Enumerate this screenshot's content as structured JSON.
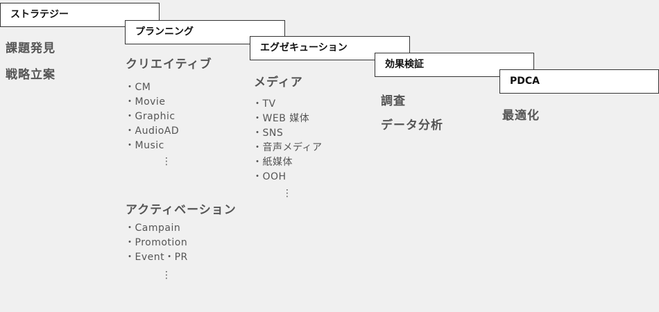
{
  "stages": [
    {
      "label": "ストラテジー",
      "items": [
        "課題発見",
        "戦略立案"
      ]
    },
    {
      "label": "プランニング",
      "groups": [
        {
          "heading": "クリエイティブ",
          "items": [
            "CM",
            "Movie",
            "Graphic",
            "AudioAD",
            "Music"
          ],
          "more": "⋮"
        },
        {
          "heading": "アクティベーション",
          "items": [
            "Campain",
            "Promotion",
            "Event・PR"
          ],
          "more": "⋮"
        }
      ]
    },
    {
      "label": "エグゼキューション",
      "groups": [
        {
          "heading": "メディア",
          "items": [
            "TV",
            "WEB 媒体",
            "SNS",
            "音声メディア",
            "紙媒体",
            "OOH"
          ],
          "more": "⋮"
        }
      ]
    },
    {
      "label": "効果検証",
      "items": [
        "調査",
        "データ分析"
      ]
    },
    {
      "label": "PDCA",
      "items": [
        "最適化"
      ]
    }
  ]
}
